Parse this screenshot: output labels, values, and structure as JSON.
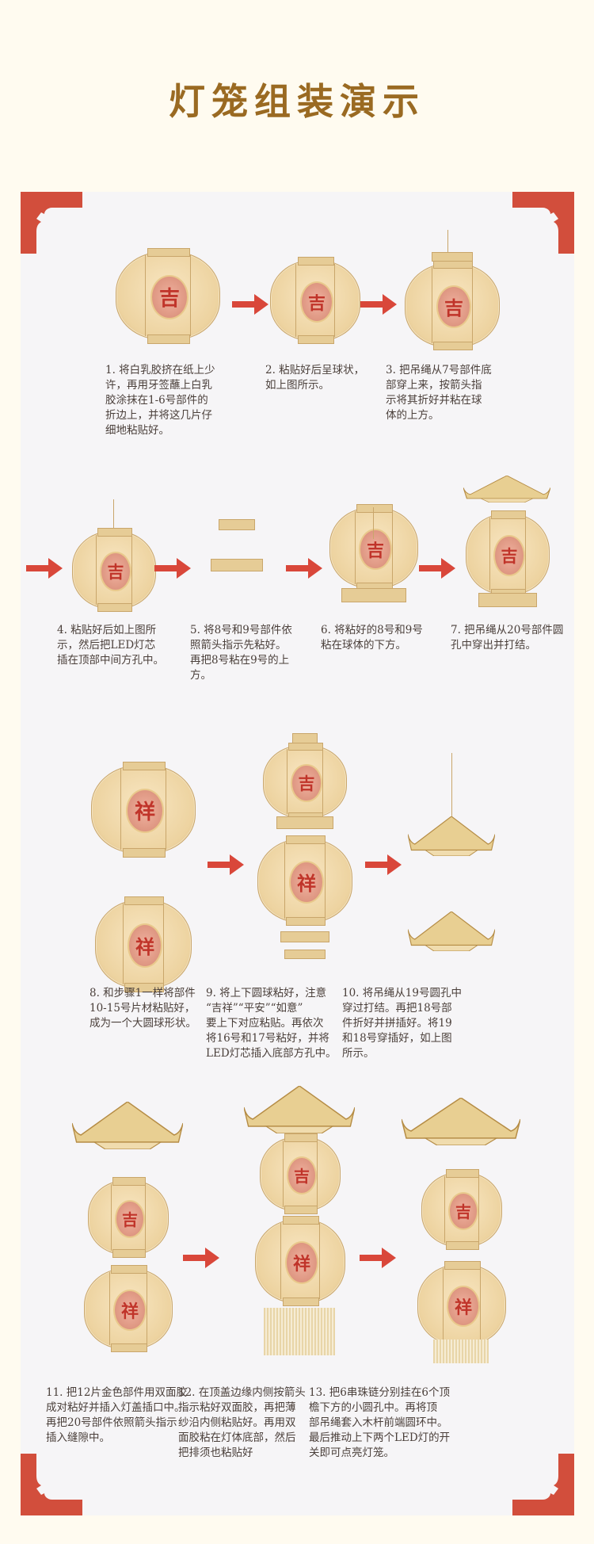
{
  "title": "灯笼组装演示",
  "colors": {
    "background": "#fffbf0",
    "panel": "#f6f5f7",
    "corner": "#d24e3c",
    "title": "#9a6a22",
    "arrow": "#d9473a"
  },
  "lantern_glyphs": {
    "ji": "吉",
    "xiang": "祥"
  },
  "steps": [
    {
      "text": "1. 将白乳胶挤在纸上少\n许，再用牙签蘸上白乳\n胶涂抹在1-6号部件的\n折边上，并将这几片仔\n细地粘贴好。"
    },
    {
      "text": "2. 粘贴好后呈球状，\n如上图所示。"
    },
    {
      "text": "3. 把吊绳从7号部件底\n部穿上来，按箭头指\n示将其折好并粘在球\n体的上方。"
    },
    {
      "text": "4. 粘贴好后如上图所\n示，然后把LED灯芯\n插在顶部中间方孔中。"
    },
    {
      "text": "5. 将8号和9号部件依\n照箭头指示先粘好。\n再把8号粘在9号的上\n方。"
    },
    {
      "text": "6. 将粘好的8号和9号\n粘在球体的下方。"
    },
    {
      "text": "7. 把吊绳从20号部件圆\n孔中穿出并打结。"
    },
    {
      "text": "8. 和步骤1一样将部件\n10-15号片材粘贴好，\n成为一个大圆球形状。"
    },
    {
      "text": "9. 将上下圆球粘好，注意\n“吉祥”“平安”“如意”\n要上下对应粘贴。再依次\n将16号和17号粘好，并将\nLED灯芯插入底部方孔中。"
    },
    {
      "text": "10. 将吊绳从19号圆孔中\n穿过打结。再把18号部\n件折好并拼插好。将19\n和18号穿插好，如上图\n所示。"
    },
    {
      "text": "11. 把12片金色部件用双面胶\n成对粘好并插入灯盖插口中。\n再把20号部件依照箭头指示\n插入缝隙中。"
    },
    {
      "text": "12. 在顶盖边缘内侧按箭头\n指示粘好双面胶，再把薄\n纱沿内侧粘贴好。再用双\n面胶粘在灯体底部，然后\n把排须也粘贴好"
    },
    {
      "text": "13. 把6串珠链分别挂在6个顶\n檐下方的小圆孔中。再将顶\n部吊绳套入木杆前端圆环中。\n最后推动上下两个LED灯的开\n关即可点亮灯笼。"
    }
  ]
}
